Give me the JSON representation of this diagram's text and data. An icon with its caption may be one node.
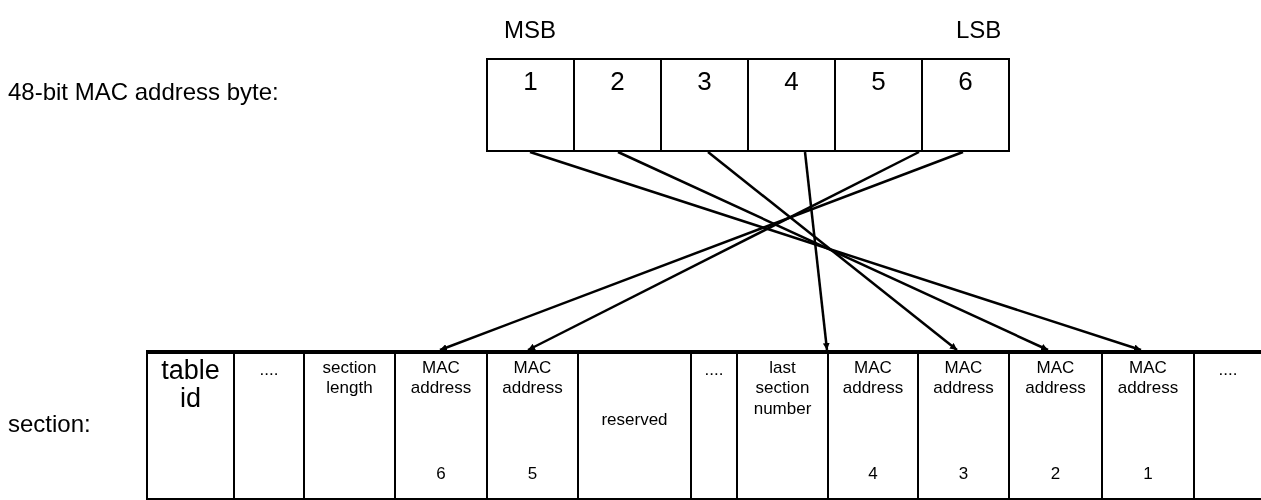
{
  "diagram": {
    "nodes": [
      {
        "text": [
          "1"
        ]
      },
      {
        "text": [
          "2"
        ]
      },
      {
        "text": [
          "3"
        ]
      },
      {
        "text": [
          "4"
        ]
      },
      {
        "text": [
          "5"
        ]
      },
      {
        "text": [
          "6"
        ]
      },
      {
        "text": [
          "table id"
        ]
      },
      {
        "text": [
          "...."
        ]
      },
      {
        "text": [
          "section length"
        ]
      },
      {
        "text": [
          "MAC address",
          "6"
        ]
      },
      {
        "text": [
          "MAC address",
          "5"
        ]
      },
      {
        "text": [
          "reserved"
        ]
      },
      {
        "text": [
          "...."
        ]
      },
      {
        "text": [
          "last section number"
        ]
      },
      {
        "text": [
          "MAC address",
          "4"
        ]
      },
      {
        "text": [
          "MAC address",
          "3"
        ]
      },
      {
        "text": [
          "MAC address",
          "2"
        ]
      },
      {
        "text": [
          "MAC address",
          "1"
        ]
      },
      {
        "text": [
          "...."
        ]
      }
    ],
    "edges": [
      {
        "from": 0,
        "to": 17,
        "arrow": "to"
      },
      {
        "from": 1,
        "to": 16,
        "arrow": "to"
      },
      {
        "from": 2,
        "to": 15,
        "arrow": "to"
      },
      {
        "from": 3,
        "to": 14,
        "arrow": "to"
      },
      {
        "from": 4,
        "to": 10,
        "arrow": "to"
      },
      {
        "from": 5,
        "to": 9,
        "arrow": "to"
      }
    ],
    "labels": [
      "MSB",
      "LSB",
      "48-bit MAC address byte:",
      "section:"
    ]
  }
}
